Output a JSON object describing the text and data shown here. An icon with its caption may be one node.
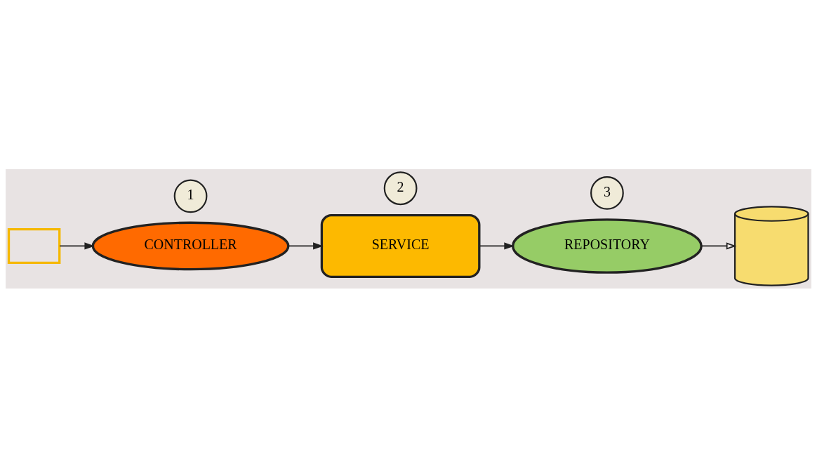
{
  "diagram": {
    "nodes": [
      {
        "text": [],
        "shape": "laptop"
      },
      {
        "text": [
          "1"
        ]
      },
      {
        "text": [
          "CONTROLLER"
        ]
      },
      {
        "text": [
          "2"
        ]
      },
      {
        "text": [
          "SERVICE"
        ]
      },
      {
        "text": [
          "3"
        ]
      },
      {
        "text": [
          "REPOSITORY"
        ]
      },
      {
        "text": [],
        "shape": "cylinder"
      }
    ],
    "edges": [
      {
        "from": 0,
        "to": 2,
        "arrow": "to"
      },
      {
        "from": 2,
        "to": 4,
        "arrow": "to"
      },
      {
        "from": 4,
        "to": 6,
        "arrow": "to"
      },
      {
        "from": 6,
        "to": 7,
        "arrow": "to"
      }
    ]
  }
}
